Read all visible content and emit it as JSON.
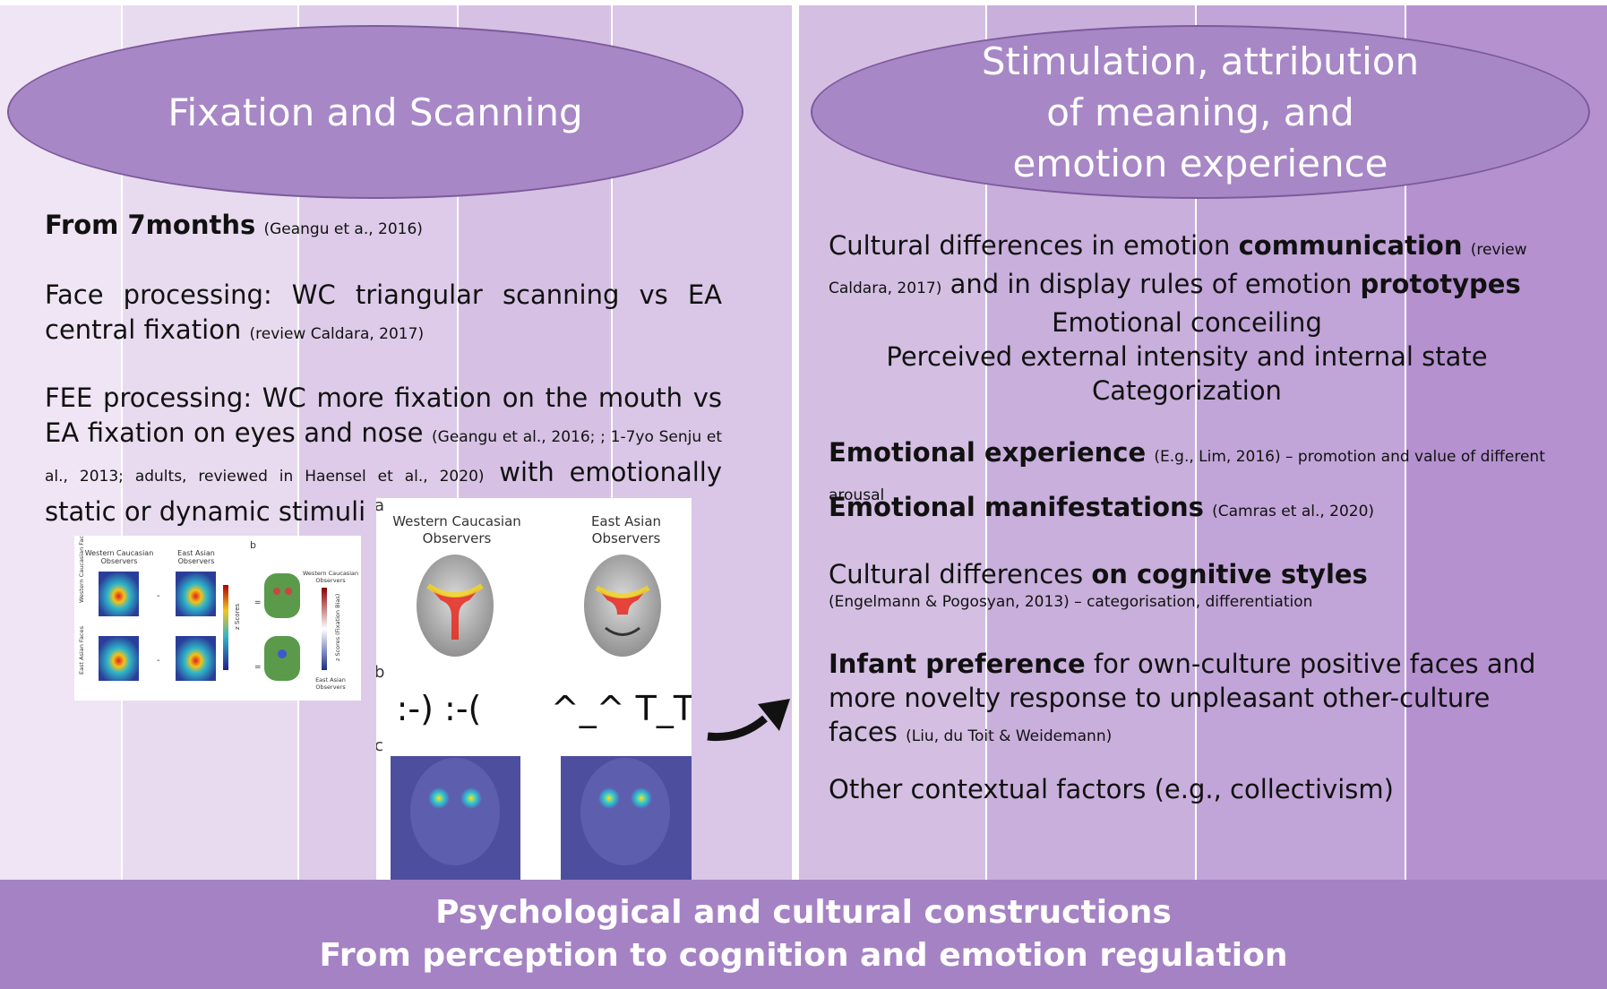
{
  "left": {
    "title": "Fixation and Scanning",
    "p1_bold": "From 7months",
    "p1_ref": "(Geangu et a., 2016)",
    "p2_text": "Face processing: WC triangular scanning vs EA central fixation",
    "p2_ref": "(review Caldara, 2017)",
    "p3_text": "FEE processing: WC more fixation on the mouth vs EA fixation on eyes and nose",
    "p3_ref": "(Geangu et al., 2016; ; 1-7yo Senju et al., 2013; adults, reviewed in Haensel et al., 2020)",
    "p3_tail": "with emotionally static or dynamic stimuli"
  },
  "figure_small": {
    "col1": "Western Caucasian Observers",
    "col2": "East Asian Observers",
    "row1": "Western Caucasian Faces",
    "row2": "East Asian Faces",
    "panel_b": "b",
    "scale_label": "z Scores",
    "right_top": "Western Caucasian Observers",
    "right_bottom": "East Asian Observers",
    "right_scale": "z Scores (Fixation Bias)"
  },
  "figure_large": {
    "panel_a": "a",
    "panel_b": "b",
    "panel_c": "c",
    "col1": "Western Caucasian Observers",
    "col2": "East Asian Observers",
    "emoticon_western": ":-) :-(",
    "emoticon_eastern": "^_^ T_T"
  },
  "right": {
    "title": "Stimulation, attribution of meaning, and emotion experience",
    "l1_a": "Cultural differences in emotion",
    "l1_bold": "communication",
    "l1_ref": "(review Caldara, 2017)",
    "l1_b": "and in display rules of emotion",
    "l1_bold2": "prototypes",
    "c1": "Emotional conceiling",
    "c2": "Perceived external intensity and internal state",
    "c3": "Categorization",
    "exp_bold": "Emotional experience",
    "exp_ref": "(E.g., Lim, 2016) – promotion and value of different arousal",
    "man_bold": "Emotional manifestations",
    "man_ref": "(Camras et al., 2020)",
    "cog_a": "Cultural differences",
    "cog_bold": "on cognitive styles",
    "cog_ref": "(Engelmann & Pogosyan, 2013) – categorisation, differentiation",
    "inf_bold": "Infant preference",
    "inf_text": "for own-culture positive faces and more novelty response to unpleasant other-culture faces",
    "inf_ref": "(Liu, du Toit & Weidemann)",
    "other": "Other contextual factors (e.g., collectivism)"
  },
  "bottom": {
    "line1": "Psychological and cultural constructions",
    "line2": "From perception to cognition and emotion regulation"
  },
  "colors": {
    "ellipse": "#a787c6",
    "bar": "#a582c4",
    "stripe_light": "#e6d9ee",
    "stripe_mid": "#d3bde3",
    "stripe_dark": "#b995d3"
  }
}
